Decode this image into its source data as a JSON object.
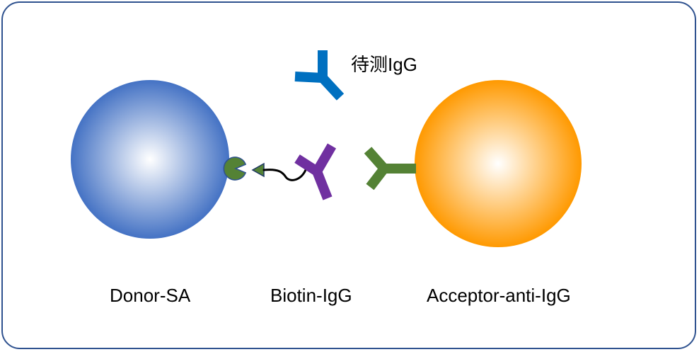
{
  "labels": {
    "target_igg": "待测IgG",
    "donor": "Donor-SA",
    "biotin_igg": "Biotin-IgG",
    "acceptor": "Acceptor-anti-IgG"
  },
  "colors": {
    "border": "#2f528f",
    "donor_edge": "#4472c4",
    "donor_center": "#ffffff",
    "acceptor_edge": "#ff9900",
    "acceptor_center": "#ffffff",
    "target_antibody": "#0070c0",
    "biotin_antibody": "#7030a0",
    "anti_igg_antibody": "#548235",
    "streptavidin": "#548235",
    "biotin_tag": "#548235",
    "linker": "#000000"
  },
  "icons": {
    "target_antibody": "y-antibody-icon",
    "biotin_antibody": "y-antibody-icon",
    "anti_igg_antibody": "y-antibody-icon",
    "streptavidin": "pacman-receptor-icon",
    "biotin_tag": "triangle-tag-icon"
  }
}
